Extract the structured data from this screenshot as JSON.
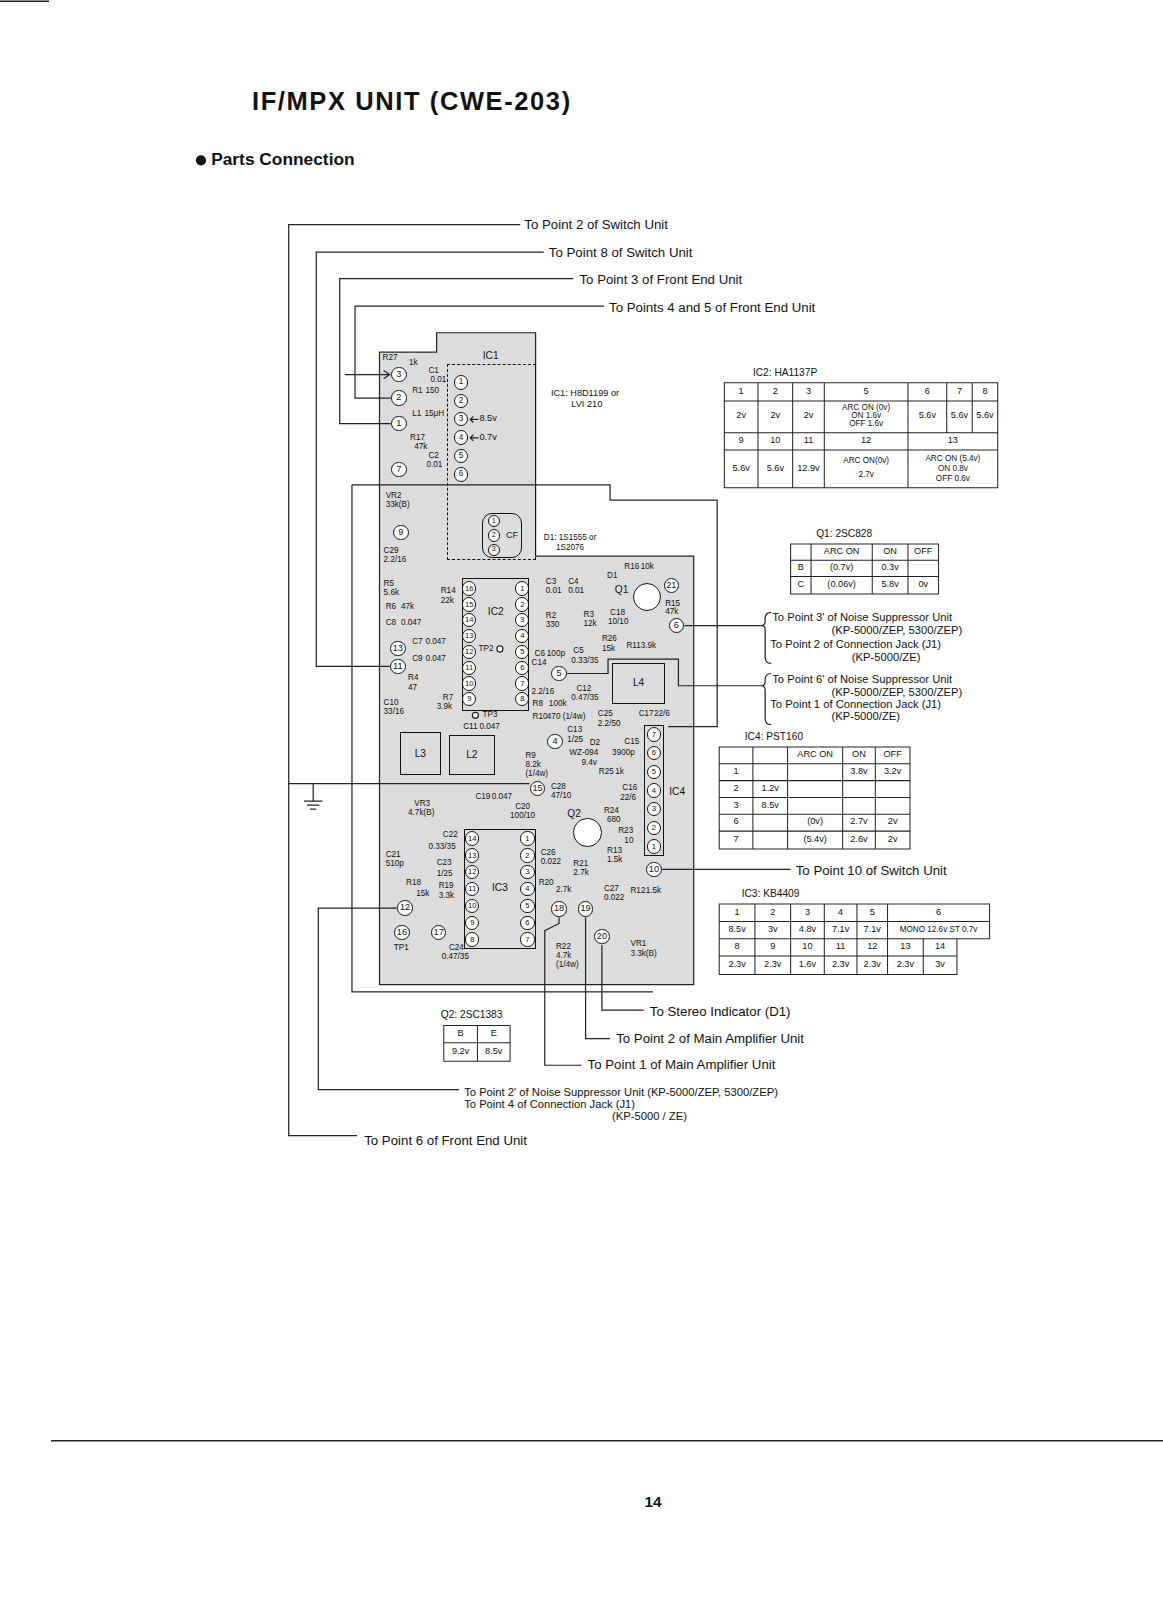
{
  "diagram": {
    "title": "IF/MPX UNIT (CWE-203)",
    "nodes": [
      {
        "text": [
          "IC1"
        ]
      },
      {
        "text": [
          "1"
        ],
        "in": 0
      },
      {
        "text": [
          "2"
        ],
        "in": 0
      },
      {
        "text": [
          "3"
        ],
        "in": 0
      },
      {
        "text": [
          "4"
        ],
        "in": 0
      },
      {
        "text": [
          "5"
        ],
        "in": 0
      },
      {
        "text": [
          "6"
        ],
        "in": 0
      },
      {
        "text": [
          "CF"
        ],
        "in": 0
      },
      {
        "text": [
          "1"
        ],
        "in": 7
      },
      {
        "text": [
          "2"
        ],
        "in": 7
      },
      {
        "text": [
          "3"
        ],
        "in": 7
      },
      {
        "text": [
          "IC2"
        ]
      },
      {
        "text": [
          "16"
        ],
        "in": 11
      },
      {
        "text": [
          "15"
        ],
        "in": 11
      },
      {
        "text": [
          "14"
        ],
        "in": 11
      },
      {
        "text": [
          "13"
        ],
        "in": 11
      },
      {
        "text": [
          "12"
        ],
        "in": 11
      },
      {
        "text": [
          "11"
        ],
        "in": 11
      },
      {
        "text": [
          "10"
        ],
        "in": 11
      },
      {
        "text": [
          "9"
        ],
        "in": 11
      },
      {
        "text": [
          "1"
        ],
        "in": 11
      },
      {
        "text": [
          "2"
        ],
        "in": 11
      },
      {
        "text": [
          "3"
        ],
        "in": 11
      },
      {
        "text": [
          "4"
        ],
        "in": 11
      },
      {
        "text": [
          "5"
        ],
        "in": 11
      },
      {
        "text": [
          "6"
        ],
        "in": 11
      },
      {
        "text": [
          "7"
        ],
        "in": 11
      },
      {
        "text": [
          "8"
        ],
        "in": 11
      },
      {
        "text": [
          "IC3"
        ]
      },
      {
        "text": [
          "14"
        ],
        "in": 28
      },
      {
        "text": [
          "13"
        ],
        "in": 28
      },
      {
        "text": [
          "12"
        ],
        "in": 28
      },
      {
        "text": [
          "11"
        ],
        "in": 28
      },
      {
        "text": [
          "10"
        ],
        "in": 28
      },
      {
        "text": [
          "9"
        ],
        "in": 28
      },
      {
        "text": [
          "8"
        ],
        "in": 28
      },
      {
        "text": [
          "1"
        ],
        "in": 28
      },
      {
        "text": [
          "2"
        ],
        "in": 28
      },
      {
        "text": [
          "3"
        ],
        "in": 28
      },
      {
        "text": [
          "4"
        ],
        "in": 28
      },
      {
        "text": [
          "5"
        ],
        "in": 28
      },
      {
        "text": [
          "6"
        ],
        "in": 28
      },
      {
        "text": [
          "7"
        ],
        "in": 28
      },
      {
        "text": [
          "IC4"
        ]
      },
      {
        "text": [
          "7"
        ],
        "in": 43
      },
      {
        "text": [
          "6"
        ],
        "in": 43
      },
      {
        "text": [
          "5"
        ],
        "in": 43
      },
      {
        "text": [
          "4"
        ],
        "in": 43
      },
      {
        "text": [
          "3"
        ],
        "in": 43
      },
      {
        "text": [
          "2"
        ],
        "in": 43
      },
      {
        "text": [
          "1"
        ],
        "in": 43
      },
      {
        "text": [
          "Q1"
        ]
      },
      {
        "text": [
          "Q2"
        ]
      },
      {
        "text": [
          "L3"
        ]
      },
      {
        "text": [
          "L2"
        ]
      },
      {
        "text": [
          "L4"
        ]
      },
      {
        "text": [
          "3"
        ]
      },
      {
        "text": [
          "2"
        ]
      },
      {
        "text": [
          "1"
        ]
      },
      {
        "text": [
          "7"
        ]
      },
      {
        "text": [
          "9"
        ]
      },
      {
        "text": [
          "13"
        ]
      },
      {
        "text": [
          "11"
        ]
      },
      {
        "text": [
          "21"
        ]
      },
      {
        "text": [
          "6"
        ]
      },
      {
        "text": [
          "5"
        ]
      },
      {
        "text": [
          "4"
        ]
      },
      {
        "text": [
          "15"
        ]
      },
      {
        "text": [
          "10"
        ]
      },
      {
        "text": [
          "12"
        ]
      },
      {
        "text": [
          "16"
        ]
      },
      {
        "text": [
          "17"
        ]
      },
      {
        "text": [
          "18"
        ]
      },
      {
        "text": [
          "19"
        ]
      },
      {
        "text": [
          "20"
        ]
      },
      {
        "text": [
          "IC2: HA1137P"
        ]
      },
      {
        "text": [
          "Q1: 2SC828"
        ]
      },
      {
        "text": [
          "IC4: PST160"
        ]
      },
      {
        "text": [
          "IC3: KB4409"
        ]
      },
      {
        "text": [
          "Q2: 2SC1383"
        ]
      }
    ],
    "labels": [
      "Parts Connection",
      "14",
      "To Point 2 of Switch Unit",
      "To Point 8 of Switch Unit",
      "To Point 3 of Front End Unit",
      "To Points 4 and 5 of Front End Unit",
      "R27",
      "1k",
      "C1",
      "0.01",
      "R1",
      "150",
      "L1",
      "15μH",
      "R17",
      "47k",
      "C2",
      "0.01",
      "IC1: H8D1199 or",
      "LVI 210",
      "8.5v",
      "0.7v",
      "VR2",
      "33k(B)",
      "D1: 1S1555 or",
      "1S2076",
      "C29",
      "2.2/16",
      "R5",
      "5.6k",
      "R6",
      "47k",
      "C8",
      "0.047",
      "R14",
      "22k",
      "C7",
      "0.047",
      "C9",
      "0.047",
      "R4",
      "47",
      "C10",
      "33/16",
      "R7",
      "3.9k",
      "TP2",
      "TP3",
      "C11",
      "0.047",
      "VR3",
      "4.7k(B)",
      "C19",
      "0.047",
      "C22",
      "0.33/35",
      "C21",
      "510p",
      "C23",
      "1/25",
      "R18",
      "15k",
      "R19",
      "3.3k",
      "TP1",
      "C24",
      "0.47/35",
      "C3",
      "0.01",
      "C4",
      "0.01",
      "D1",
      "R16",
      "10k",
      "R2",
      "330",
      "R3",
      "12k",
      "C18",
      "10/10",
      "R15",
      "47k",
      "C6",
      "100p",
      "C5",
      "0.33/35",
      "R26",
      "15k",
      "R11",
      "3.9k",
      "C14",
      "2.2/16",
      "C12",
      "0.47/35",
      "R8",
      "100k",
      "R10",
      "470 (1/4w)",
      "C25",
      "2.2/50",
      "C17",
      "22/6",
      "C13",
      "1/25",
      "R9",
      "8.2k",
      "(1/4w)",
      "D2",
      "WZ-094",
      "9.4v",
      "C15",
      "3900p",
      "R25",
      "1k",
      "C16",
      "22/6",
      "C28",
      "47/10",
      "C20",
      "100/10",
      "R24",
      "680",
      "R23",
      "10",
      "C26",
      "0.022",
      "R13",
      "1.5k",
      "R21",
      "2.7k",
      "R20",
      "2.7k",
      "C27",
      "0.022",
      "R12",
      "1.5k",
      "R22",
      "4.7k",
      "(1/4w)",
      "VR1",
      "3.3k(B)",
      "To Point 3' of Noise Suppressor Unit",
      "(KP-5000/ZEP, 5300/ZEP)",
      "To Point 2 of Connection Jack (J1)",
      "(KP-5000/ZE)",
      "To Point 6' of Noise Suppressor Unit",
      "(KP-5000/ZEP, 5300/ZEP)",
      "To Point 1 of Connection Jack (J1)",
      "(KP-5000/ZE)",
      "To Point 10 of Switch Unit",
      "To Stereo Indicator (D1)",
      "To Point 2 of Main Amplifier Unit",
      "To Point 1 of Main Amplifier Unit",
      "To Point 2' of Noise Suppressor Unit (KP-5000/ZEP, 5300/ZEP)",
      "To Point 4 of Connection Jack (J1)",
      "(KP-5000 / ZE)",
      "To Point 6 of Front End Unit",
      "1",
      "2",
      "3",
      "5",
      "6",
      "7",
      "8",
      "2v",
      "2v",
      "2v",
      "ARC ON (0v)",
      "ON 1.6v",
      "OFF 1.6v",
      "5.6v",
      "5.6v",
      "5.6v",
      "9",
      "10",
      "11",
      "12",
      "13",
      "5.6v",
      "5.6v",
      "12.9v",
      "ARC ON(0v)",
      "2.7v",
      "ARC ON (5.4v)",
      "ON 0.8v",
      "OFF 0.6v",
      "ARC ON",
      "ON",
      "OFF",
      "B",
      "(0.7v)",
      "0.3v",
      "C",
      "(0.06v)",
      "5.8v",
      "0v",
      "ARC ON",
      "ON",
      "OFF",
      "1",
      "3.8v",
      "3.2v",
      "2",
      "1.2v",
      "3",
      "8.5v",
      "6",
      "(0v)",
      "2.7v",
      "2v",
      "7",
      "(5.4v)",
      "2.6v",
      "2v",
      "1",
      "2",
      "3",
      "4",
      "5",
      "6",
      "8.5v",
      "3v",
      "4.8v",
      "7.1v",
      "7.1v",
      "MONO 12.6v ST 0.7v",
      "8",
      "9",
      "10",
      "11",
      "12",
      "13",
      "14",
      "2.3v",
      "2.3v",
      "1.6v",
      "2.3v",
      "2.3v",
      "2.3v",
      "3v",
      "B",
      "E",
      "9.2v",
      "8.5v"
    ]
  }
}
